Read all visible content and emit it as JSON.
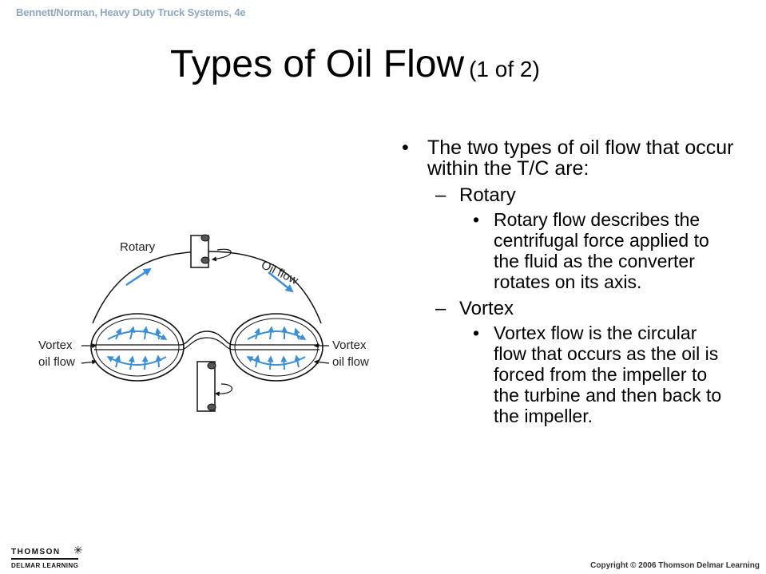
{
  "header": {
    "book_title": "Bennett/Norman, Heavy Duty Truck Systems, 4e"
  },
  "slide": {
    "title_main": "Types of Oil Flow",
    "title_sub": "(1 of 2)",
    "bullet_mark": "•",
    "dash_mark": "–",
    "intro": "The two types of oil flow that occur within the T/C are:",
    "types": [
      {
        "name": "Rotary",
        "desc": "Rotary flow describes the centrifugal force applied to the fluid as the converter rotates on its axis."
      },
      {
        "name": "Vortex",
        "desc": "Vortex flow is the circular flow that occurs as the oil is forced from the impeller to the turbine and then back to the impeller."
      }
    ]
  },
  "diagram": {
    "label_rotary": "Rotary",
    "label_oil_flow": "Oil flow",
    "label_vortex_left_1": "Vortex",
    "label_vortex_left_2": "oil flow",
    "label_vortex_right_1": "Vortex",
    "label_vortex_right_2": "oil flow"
  },
  "footer": {
    "publisher_top": "THOMSON",
    "publisher_bottom": "DELMAR LEARNING",
    "copyright": "Copyright © 2006 Thomson Delmar Learning"
  }
}
